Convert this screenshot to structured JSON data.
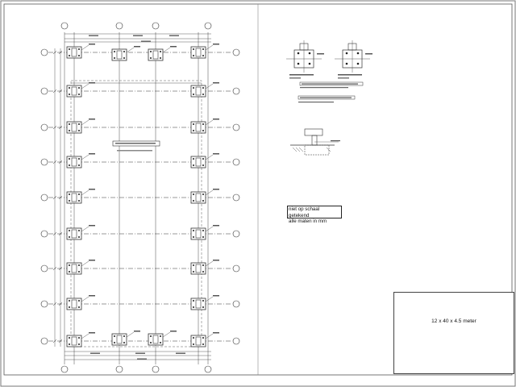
{
  "drawing": {
    "scale_note_line1": "niet op schaal getekend",
    "scale_note_line2": "alle maten in mm",
    "title": "12 x 40 x 4.5 meter"
  },
  "colors": {
    "line": "#333333",
    "frame": "#555555",
    "background": "#ffffff"
  }
}
